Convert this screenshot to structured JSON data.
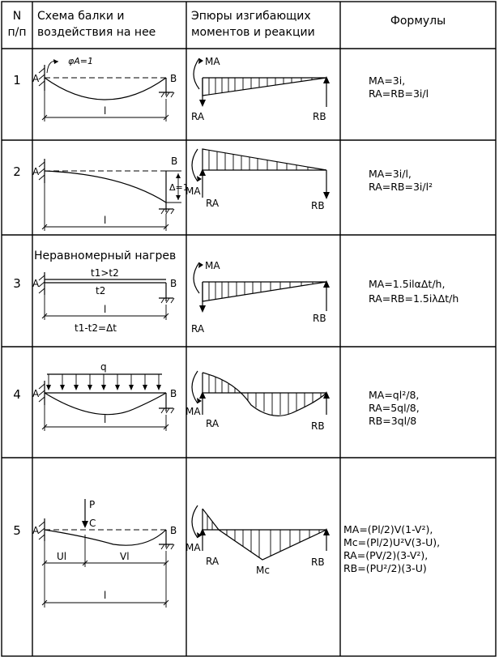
{
  "headers": {
    "col1": [
      "N",
      "п/п"
    ],
    "col2": [
      "Схема балки и",
      "воздействия на нее"
    ],
    "col3": [
      "Эпюры изгибающих",
      "моментов и реакции"
    ],
    "col4": "Формулы"
  },
  "rows": [
    {
      "n": "1",
      "scheme": {
        "a": "A",
        "b": "B",
        "l": "l",
        "phi": "φA=1"
      },
      "epure": {
        "ma": "MA",
        "ra": "RA",
        "rb": "RB"
      },
      "formulas": [
        "MA=3i,",
        "RA=RB=3i/l"
      ]
    },
    {
      "n": "2",
      "scheme": {
        "a": "A",
        "b": "B",
        "l": "l",
        "delta": "Δ=1"
      },
      "epure": {
        "ma": "MA",
        "ra": "RA",
        "rb": "RB"
      },
      "formulas": [
        "MA=3i/l,",
        "RA=RB=3i/l²"
      ]
    },
    {
      "n": "3",
      "scheme": {
        "a": "A",
        "b": "B",
        "l": "l",
        "heat": "Неравномерный нагрев",
        "t1gt2": "t1>t2",
        "t2": "t2",
        "dt": "t1-t2=Δt"
      },
      "epure": {
        "ma": "MA",
        "ra": "RA",
        "rb": "RB"
      },
      "formulas": [
        "MA=1.5ilαΔt/h,",
        "RA=RB=1.5iλΔt/h"
      ]
    },
    {
      "n": "4",
      "scheme": {
        "a": "A",
        "b": "B",
        "l": "l",
        "q": "q"
      },
      "epure": {
        "ma": "MA",
        "ra": "RA",
        "rb": "RB"
      },
      "formulas": [
        "MA=ql²/8,",
        "RA=5ql/8,",
        "RB=3ql/8"
      ]
    },
    {
      "n": "5",
      "scheme": {
        "a": "A",
        "b": "B",
        "l": "l",
        "p": "P",
        "c": "C",
        "ul": "Ul",
        "vl": "Vl"
      },
      "epure": {
        "ma": "MA",
        "ra": "RA",
        "rb": "RB",
        "mc": "Mc"
      },
      "formulas": [
        "MA=(Pl/2)V(1-V²),",
        "Mc=(Pl/2)U²V(3-U),",
        "RA=(PV/2)(3-V²),",
        "RB=(PU²/2)(3-U)"
      ]
    }
  ]
}
